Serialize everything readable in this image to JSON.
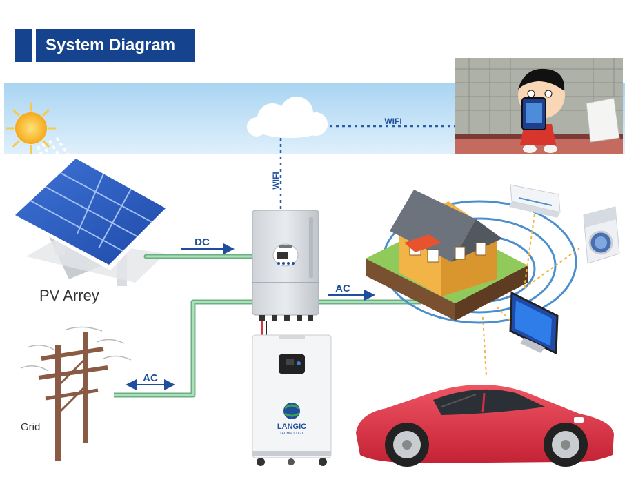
{
  "title": "System Diagram",
  "labels": {
    "pv_array": "PV Arrey",
    "grid": "Grid",
    "dc": "DC",
    "ac_house": "AC",
    "ac_grid": "AC",
    "wifi_vertical": "WIFI",
    "wifi_horizontal": "WIFI"
  },
  "battery_brand": {
    "name": "LANGIC",
    "tagline": "TECHNOLOGY"
  },
  "colors": {
    "title_bg": "#16438e",
    "sky": "#bfe0f5",
    "cable": "#8ccf9c",
    "arrow": "#1f4f9c",
    "wifi_dots": "#2a5aa8",
    "rings": "#4a90cf",
    "house_power_dashes": "#f0b23c",
    "car": "#e03a4a"
  }
}
